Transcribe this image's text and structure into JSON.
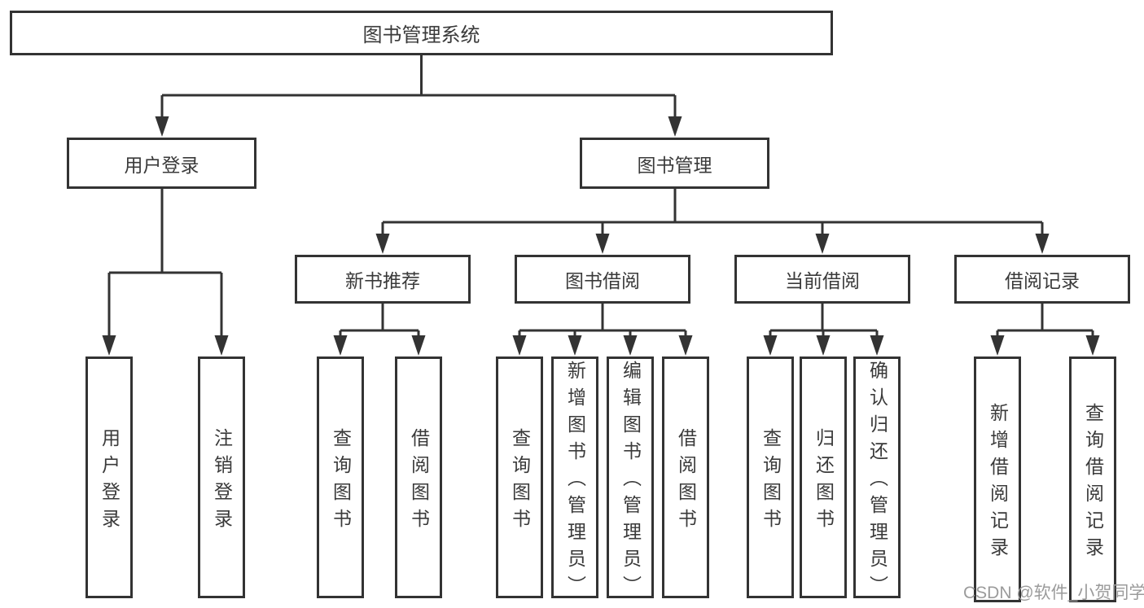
{
  "diagram": {
    "root": {
      "label": "图书管理系统"
    },
    "branches": [
      {
        "label": "用户登录",
        "children": [
          {
            "label": "用户登录"
          },
          {
            "label": "注销登录"
          }
        ]
      },
      {
        "label": "图书管理",
        "children": [
          {
            "label": "新书推荐",
            "children": [
              {
                "label": "查询图书"
              },
              {
                "label": "借阅图书"
              }
            ]
          },
          {
            "label": "图书借阅",
            "children": [
              {
                "label": "查询图书"
              },
              {
                "label": "新增图书（管理员）"
              },
              {
                "label": "编辑图书（管理员）"
              },
              {
                "label": "借阅图书"
              }
            ]
          },
          {
            "label": "当前借阅",
            "children": [
              {
                "label": "查询图书"
              },
              {
                "label": "归还图书"
              },
              {
                "label": "确认归还（管理员）"
              }
            ]
          },
          {
            "label": "借阅记录",
            "children": [
              {
                "label": "新增借阅记录"
              },
              {
                "label": "查询借阅记录"
              }
            ]
          }
        ]
      }
    ]
  },
  "watermark": {
    "text": "CSDN @软件_小贺同学"
  },
  "colors": {
    "line": "#333333",
    "text": "#3a3a3a",
    "watermark": "#9b9b9b",
    "background": "#ffffff"
  }
}
